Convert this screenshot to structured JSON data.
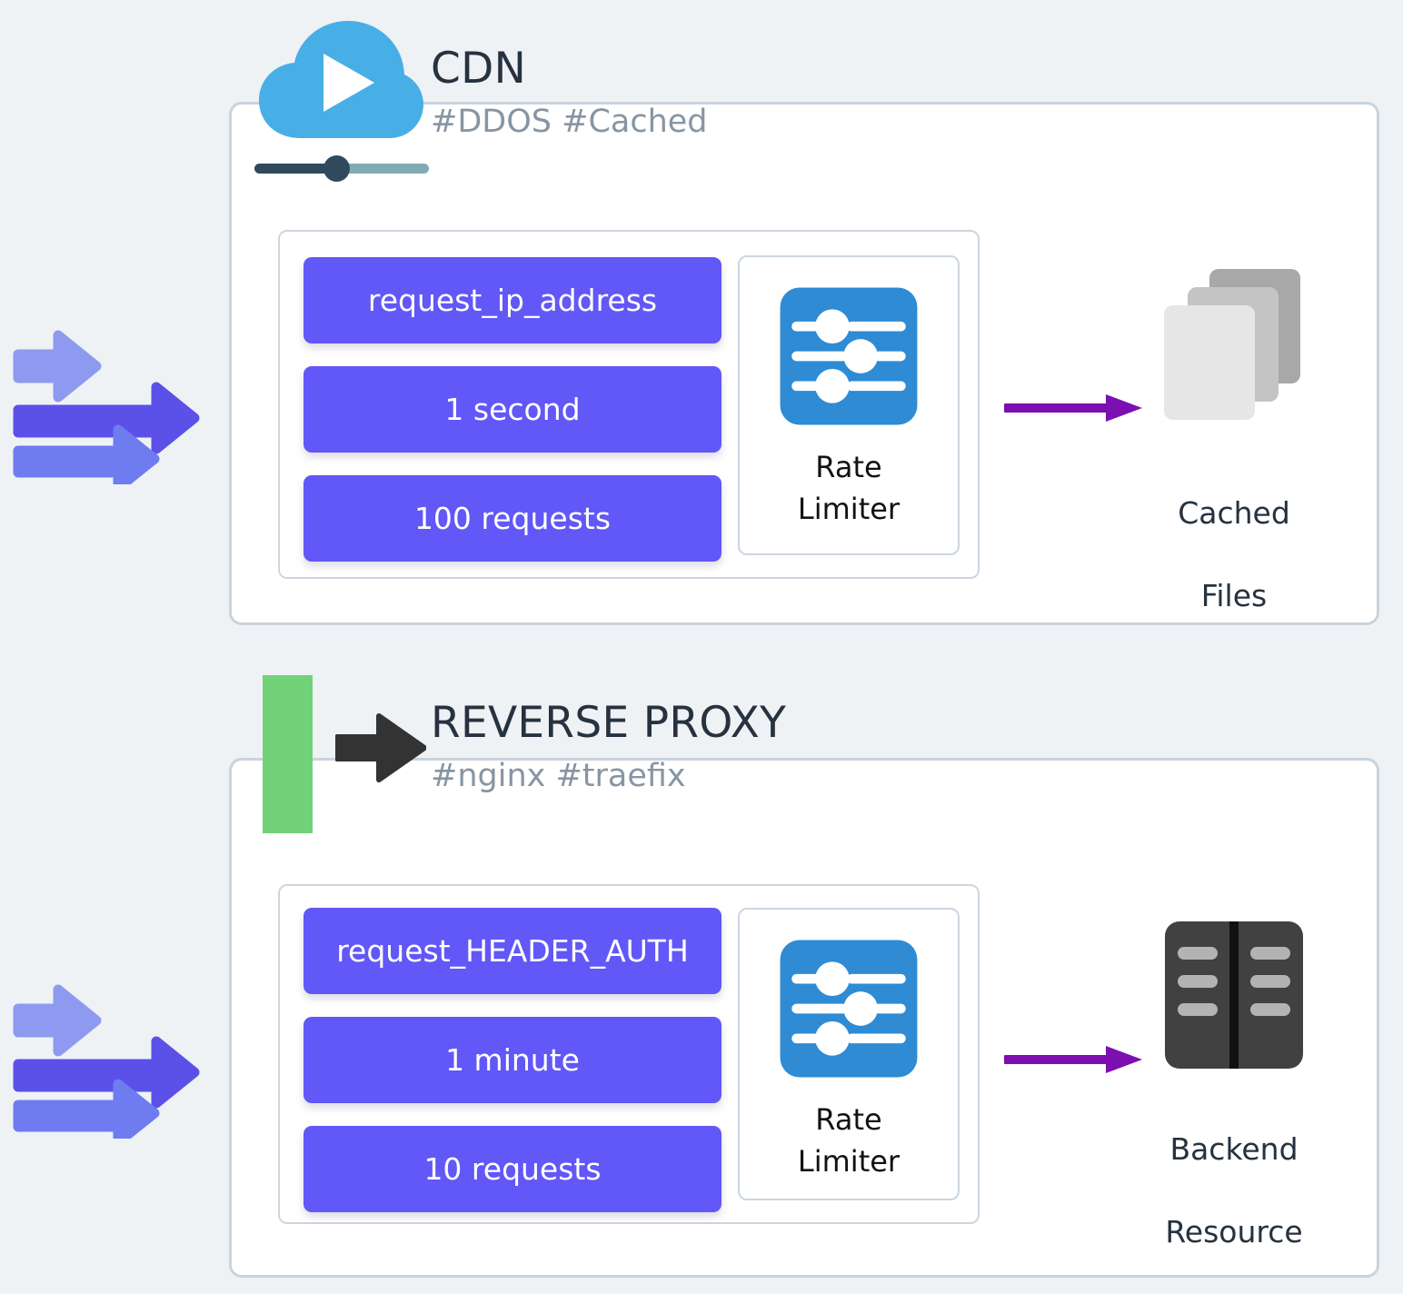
{
  "page": {
    "background_color": "#eef2f5",
    "title_color": "#26323f",
    "tag_color": "#8795a3",
    "accent_purple": "#6257f7",
    "connector_purple": "#7b0fb0",
    "cloud_blue": "#48aee6",
    "rate_limiter_blue": "#2e8bd4",
    "green_marker": "#72d279",
    "card_border": "#c8d3dd"
  },
  "sections": [
    {
      "id": "cdn",
      "title": "CDN",
      "tags": "#DDOS #Cached",
      "icon": "cloud-play-icon",
      "control": {
        "type": "slider",
        "name": "cdn-slider"
      },
      "inflow_icon": "triple-request-arrows-icon",
      "parameters": [
        "request_ip_address",
        "1 second",
        "100 requests"
      ],
      "rate_limiter": {
        "icon": "sliders-settings-icon",
        "label": "Rate\nLimiter",
        "label_line1": "Rate",
        "label_line2": "Limiter"
      },
      "connector": {
        "icon": "arrow-right-icon",
        "color": "#7b0fb0"
      },
      "destination": {
        "icon": "stacked-files-icon",
        "label_line1": "Cached",
        "label_line2": "Files"
      }
    },
    {
      "id": "reverse-proxy",
      "title": "REVERSE PROXY",
      "tags": "#nginx #traefix",
      "icon": "green-bar-black-arrow-icon",
      "inflow_icon": "triple-request-arrows-icon",
      "parameters": [
        "request_HEADER_AUTH",
        "1 minute",
        "10 requests"
      ],
      "rate_limiter": {
        "icon": "sliders-settings-icon",
        "label_line1": "Rate",
        "label_line2": "Limiter"
      },
      "connector": {
        "icon": "arrow-right-icon",
        "color": "#7b0fb0"
      },
      "destination": {
        "icon": "server-rack-icon",
        "label_line1": "Backend",
        "label_line2": "Resource"
      }
    }
  ]
}
